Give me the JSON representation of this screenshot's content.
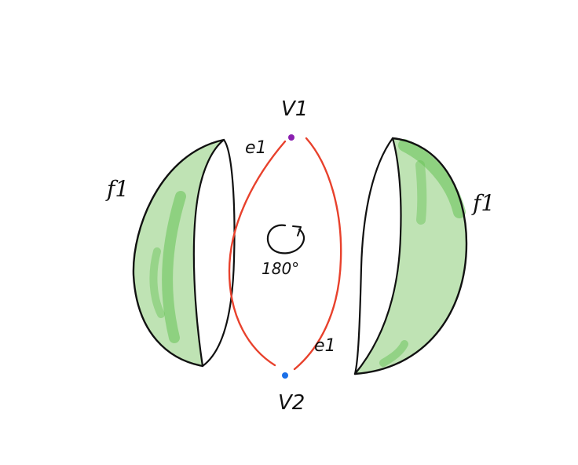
{
  "labels": {
    "vertex_top": "V1",
    "vertex_bottom": "V2",
    "edge_top": "e1",
    "edge_bottom": "e1",
    "face_left": "f1",
    "face_right": "f1",
    "rotation": "180°"
  },
  "colors": {
    "edge": "#e8412c",
    "face_fill": "#bfe3b4",
    "face_stroke": "#66c255",
    "outline": "#111111",
    "vertex_top": "#8a1fb0",
    "vertex_bottom": "#1a6fe8"
  }
}
